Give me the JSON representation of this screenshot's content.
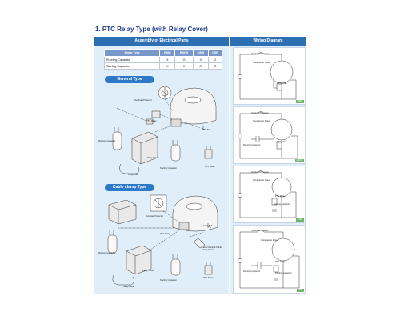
{
  "title": "1. PTC Relay Type (with Relay Cover)",
  "assembly": {
    "header": "Assembly of Electrical Parts",
    "table": {
      "columns": [
        "Motor Type",
        "RSIR",
        "RSCR",
        "CSIR",
        "CSR"
      ],
      "rows": [
        {
          "label": "Running Capacitor",
          "values": [
            "X",
            "O",
            "X",
            "O"
          ]
        },
        {
          "label": "Starting Capacitor",
          "values": [
            "X",
            "X",
            "O",
            "O"
          ]
        }
      ]
    },
    "general_type_label": "General Type",
    "cable_clamp_label": "Cable clamp Type",
    "general_labels": {
      "overload_protector": "Overload Protector",
      "ptc_relay": "PTC Relay",
      "earth_bolt": "Earth Bolt",
      "running_capacitor": "Running Capacitor",
      "relay_cover": "Relay Cover",
      "relay_base": "Relay Base",
      "starting_capacitor": "Starting Capacitor",
      "ptc_relay_2": "PTC Relay"
    },
    "clamp_labels": {
      "overload_protector": "Overload Protector",
      "ptc_relay": "PTC Relay",
      "earth_bolt": "Earth Bolt",
      "running_capacitor": "Running Capacitor",
      "cable_clamp": "Cable Clamp & Cable Clamp Screw",
      "relay_cover": "Relay Cover",
      "relay_base": "Relay Base",
      "starting_capacitor": "Starting Capacitor",
      "ptc_relay_2": "PTC Relay"
    }
  },
  "wiring": {
    "header": "Wiring Diagram",
    "cards": [
      {
        "tag": "RSIR",
        "overload": "Overload Protector",
        "motor": "Compressor Motor",
        "relay": "PTC Relay"
      },
      {
        "tag": "RSCR",
        "overload": "Overload Protector",
        "motor": "Compressor Motor",
        "relay": "PTC Relay",
        "run_cap": "Running Capacitor"
      },
      {
        "tag": "CSIR",
        "overload": "Overload Protector",
        "motor": "Compressor Motor",
        "relay": "PTC Relay",
        "start_cap": "Starting Capacitor"
      },
      {
        "tag": "CSR",
        "overload": "Overload Protector",
        "motor": "Compressor Motor",
        "relay": "PTC Relay",
        "run_cap": "Running Capacitor",
        "start_cap": "Starting Capacitor"
      }
    ]
  }
}
